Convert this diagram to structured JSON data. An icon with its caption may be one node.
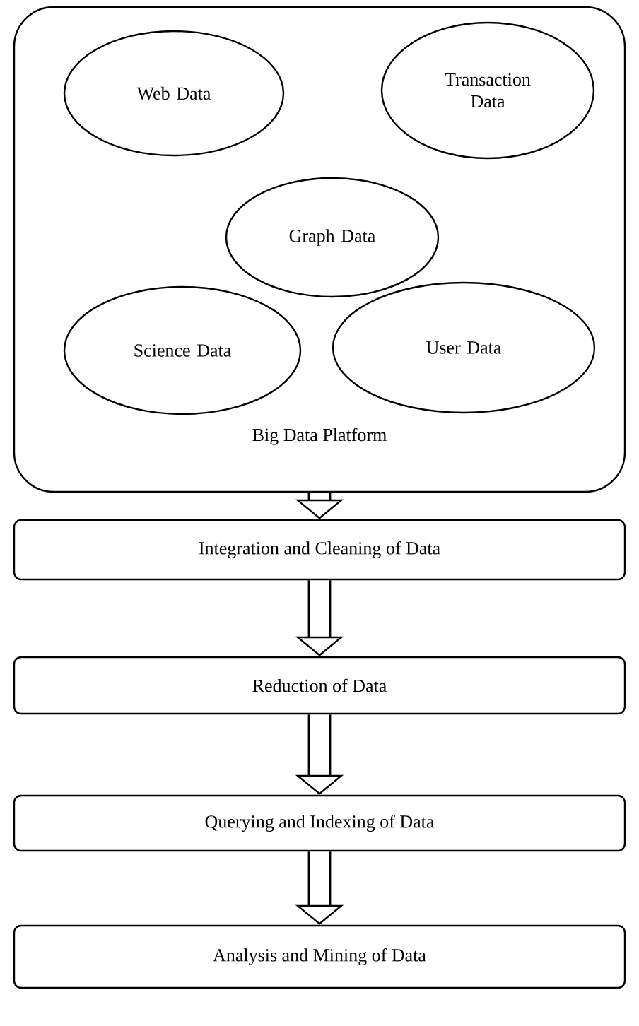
{
  "diagram": {
    "nodes": [
      {
        "text": [
          "Big Data Platform"
        ]
      },
      {
        "text": [
          "Web Data"
        ],
        "in": 0
      },
      {
        "text": [
          "Transaction Data"
        ],
        "in": 0
      },
      {
        "text": [
          "Graph Data"
        ],
        "in": 0
      },
      {
        "text": [
          "Science Data"
        ],
        "in": 0
      },
      {
        "text": [
          "User Data"
        ],
        "in": 0
      },
      {
        "text": [
          "Integration and Cleaning of Data"
        ]
      },
      {
        "text": [
          "Reduction of Data"
        ]
      },
      {
        "text": [
          "Querying and Indexing of Data"
        ]
      },
      {
        "text": [
          "Analysis and Mining of Data"
        ]
      }
    ],
    "edges": [
      {
        "from": 0,
        "to": 6,
        "arrow": "to"
      },
      {
        "from": 6,
        "to": 7,
        "arrow": "to"
      },
      {
        "from": 7,
        "to": 8,
        "arrow": "to"
      },
      {
        "from": 8,
        "to": 9,
        "arrow": "to"
      }
    ]
  }
}
